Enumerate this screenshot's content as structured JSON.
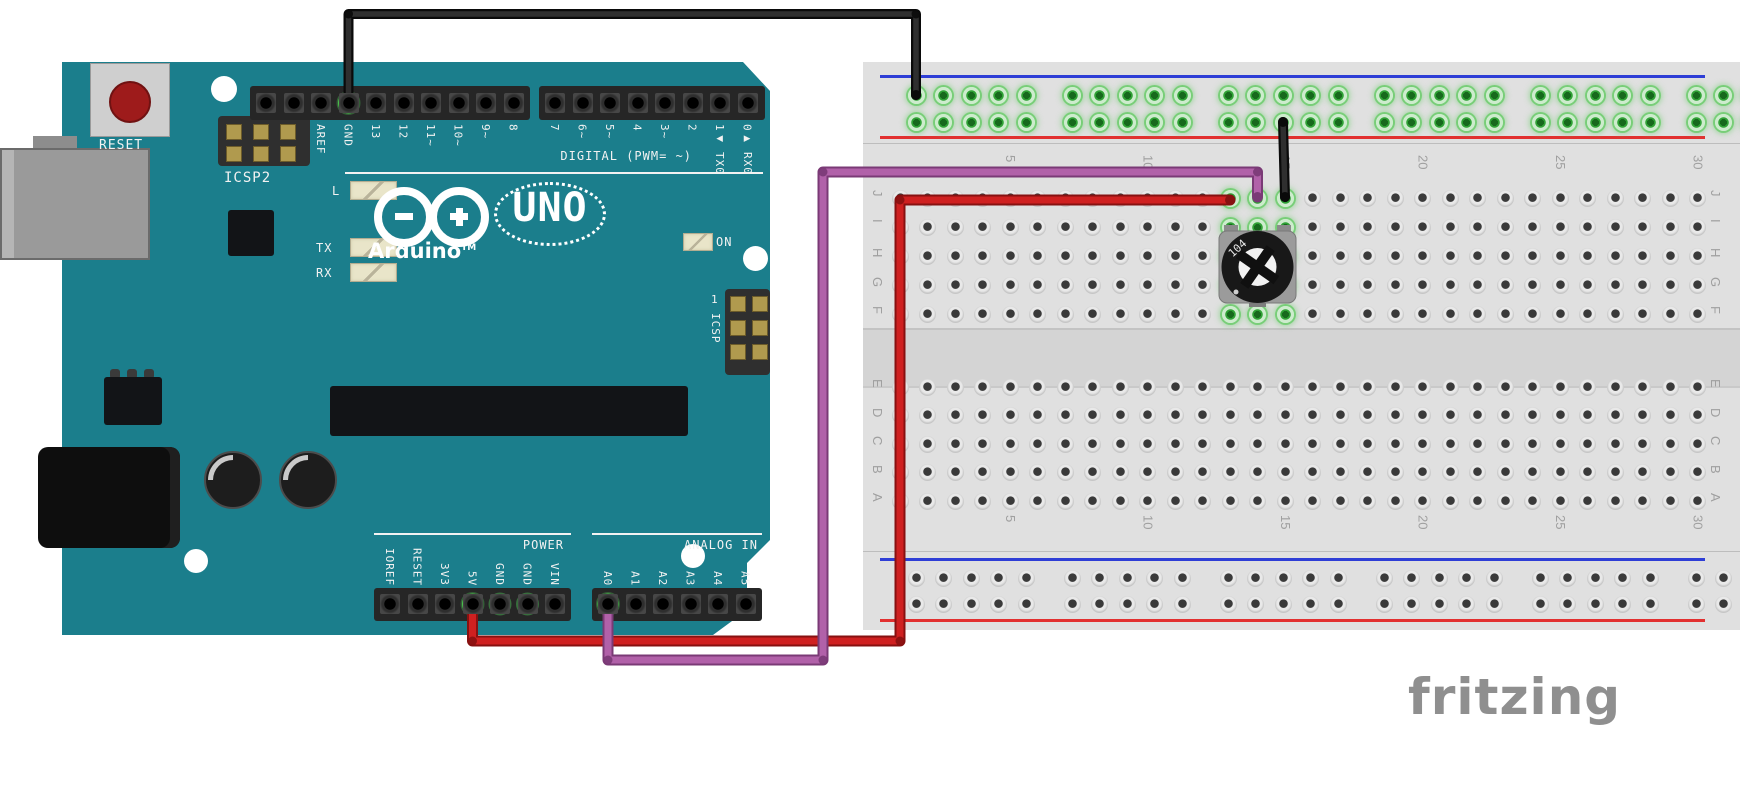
{
  "watermark": "fritzing",
  "arduino": {
    "reset_label": "RESET",
    "icsp2_label": "ICSP2",
    "icsp_label": "ICSP",
    "icsp_pin1": "1",
    "digital_label": "DIGITAL (PWM= ~)",
    "power_label": "POWER",
    "analog_label": "ANALOG IN",
    "uno_label": "UNO",
    "brand_label": "Arduino",
    "tm_label": "TM",
    "on_label": "ON",
    "led_l": "L",
    "led_tx": "TX",
    "led_rx": "RX",
    "tx0_label": "TX0",
    "rx0_label": "RX0",
    "digital_pins_left": [
      "",
      "",
      "AREF",
      "GND",
      "13",
      "12",
      "11~",
      "10~",
      "9~",
      "8"
    ],
    "digital_pins_right": [
      "7",
      "6~",
      "5~",
      "4",
      "3~",
      "2",
      "1◀",
      "0▶"
    ],
    "power_pins": [
      "IOREF",
      "RESET",
      "3V3",
      "5V",
      "GND",
      "GND",
      "VIN"
    ],
    "analog_pins": [
      "A0",
      "A1",
      "A2",
      "A3",
      "A4",
      "A5"
    ]
  },
  "breadboard": {
    "row_letters_top": [
      "J",
      "I",
      "H",
      "G",
      "F"
    ],
    "row_letters_bottom": [
      "E",
      "D",
      "C",
      "B",
      "A"
    ],
    "column_numbers": [
      "5",
      "10",
      "15",
      "20",
      "25",
      "30"
    ]
  },
  "potentiometer": {
    "label": "104"
  },
  "wires": [
    {
      "name": "gnd-rail-wire",
      "color": "black",
      "core": "#2f2f2f",
      "edge": "#0a0a0a",
      "from": "Arduino GND",
      "to": "breadboard top power rail"
    },
    {
      "name": "rail-pot-wire",
      "color": "black",
      "core": "#2f2f2f",
      "edge": "#0a0a0a",
      "from": "top power rail",
      "to": "breadboard J15 (pot right leg column)"
    },
    {
      "name": "5v-wire",
      "color": "red",
      "core": "#cf2020",
      "edge": "#871111",
      "from": "Arduino 5V",
      "to": "breadboard J13 (pot left leg column)"
    },
    {
      "name": "a0-wire",
      "color": "purple",
      "core": "#b161a9",
      "edge": "#7a3a76",
      "from": "Arduino A0",
      "to": "breadboard J14 (pot wiper column)"
    }
  ],
  "colors": {
    "board": "#1b7e8c",
    "breadboard": "#e0e0e0",
    "rail_blue": "#2e3ed6",
    "rail_red": "#e23030",
    "connected_green": "#2fa135",
    "pot_body": "#9b9b9b"
  }
}
